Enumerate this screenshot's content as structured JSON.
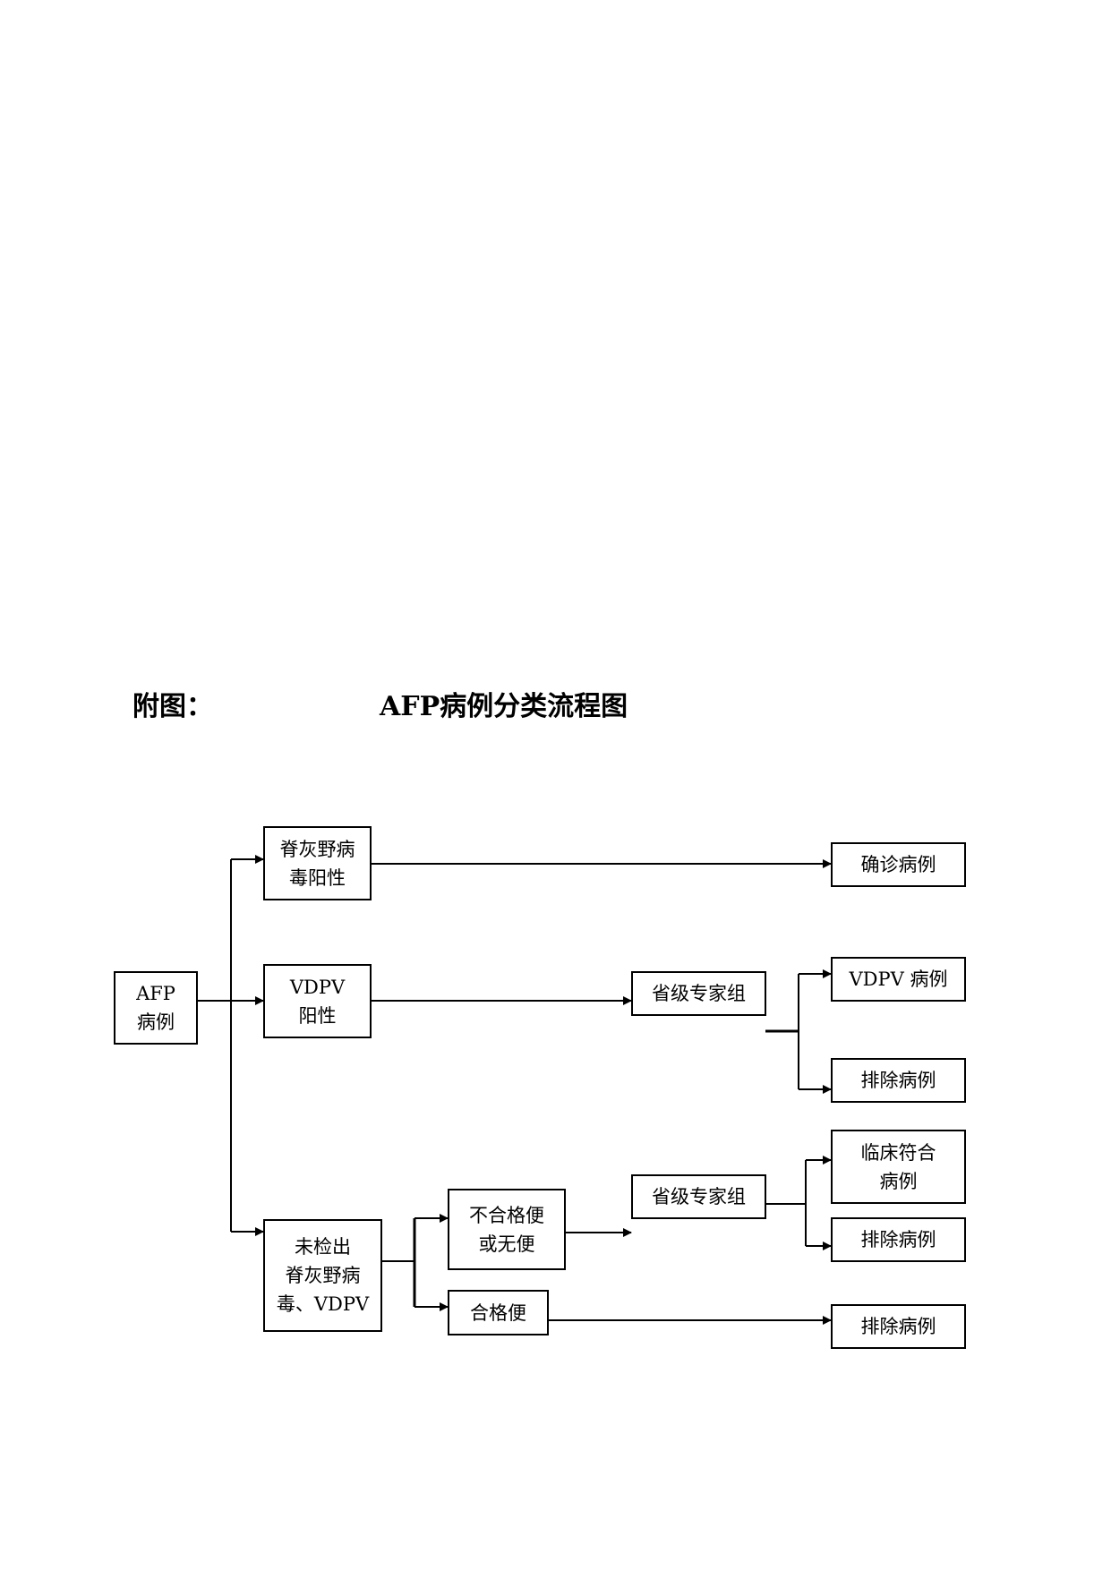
{
  "figure_label": "附图：",
  "figure_title": "AFP病例分类流程图",
  "nodes": {
    "afp_case": "AFP\n病例",
    "polio_positive": "脊灰野病\n毒阳性",
    "vdpv_positive": "VDPV\n阳性",
    "not_detected": "未检出\n脊灰野病\n毒、VDPV",
    "expert_group_1": "省级专家组",
    "expert_group_2": "省级专家组",
    "unqualified_stool": "不合格便\n或无便",
    "qualified_stool": "合格便",
    "confirmed_case": "确诊病例",
    "vdpv_case": "VDPV 病例",
    "excluded_case_1": "排除病例",
    "clinical_case": "临床符合\n病例",
    "excluded_case_2": "排除病例",
    "excluded_case_3": "排除病例"
  }
}
